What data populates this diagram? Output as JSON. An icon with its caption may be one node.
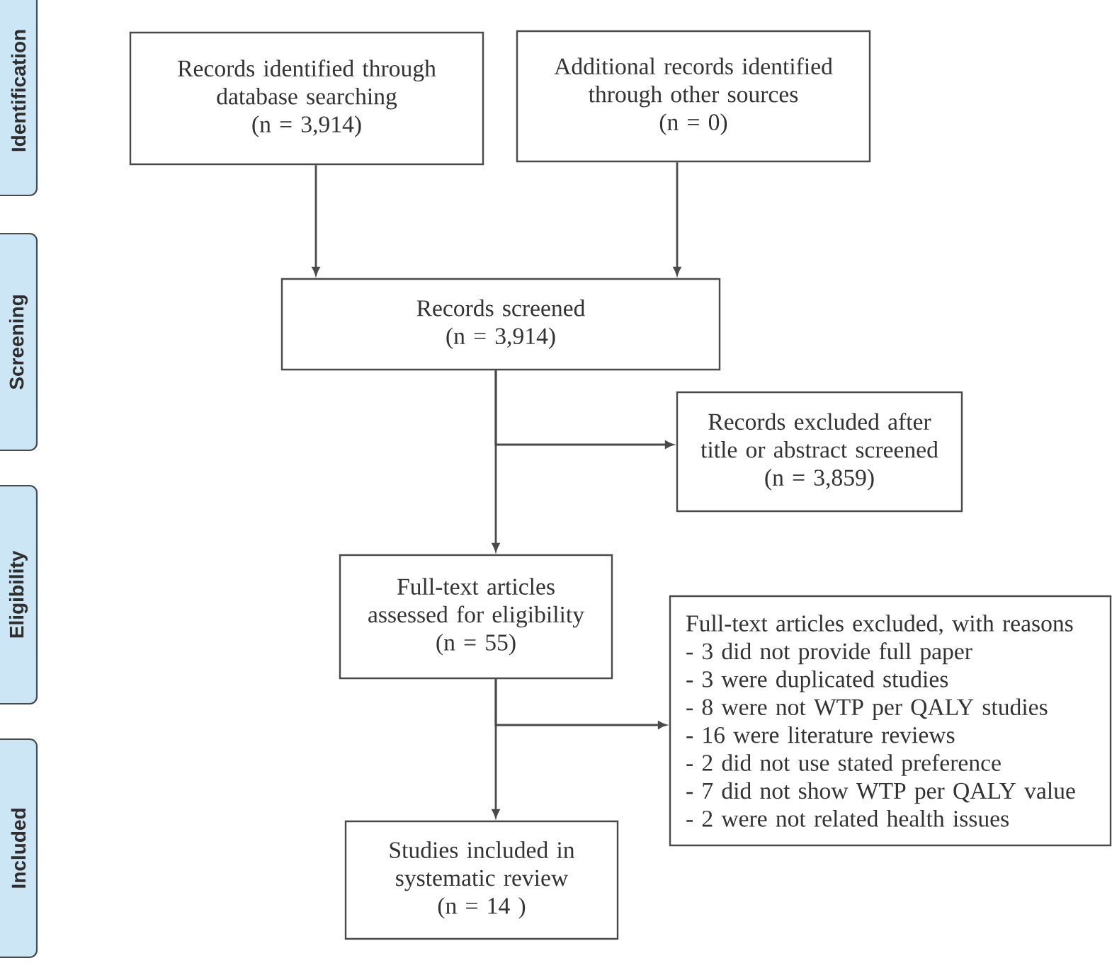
{
  "diagram": {
    "nodes": [
      {
        "text": [
          "Identification"
        ]
      },
      {
        "text": [
          "Screening"
        ]
      },
      {
        "text": [
          "Eligibility"
        ]
      },
      {
        "text": [
          "Included"
        ]
      },
      {
        "text": [
          "Records identified through database searching",
          "(n = 3,914)"
        ]
      },
      {
        "text": [
          "Additional records identified through other sources",
          "(n = 0)"
        ]
      },
      {
        "text": [
          "Records screened",
          "(n = 3,914)"
        ]
      },
      {
        "text": [
          "Records excluded after title or abstract screened",
          "(n = 3,859)"
        ]
      },
      {
        "text": [
          "Full-text articles assessed for eligibility",
          "(n = 55)"
        ]
      },
      {
        "text": [
          "Full-text articles excluded, with reasons",
          "- 3 did not provide full paper",
          "- 3 were duplicated studies",
          "- 8 were not WTP per QALY studies",
          "- 16 were literature reviews",
          "- 2 did not use stated preference",
          "- 7 did not show WTP per QALY value",
          "- 2 were not related health issues"
        ]
      },
      {
        "text": [
          "Studies included in systematic review",
          "(n = 14 )"
        ]
      }
    ],
    "edges": [
      {
        "from": 4,
        "to": 6,
        "arrow": "to"
      },
      {
        "from": 5,
        "to": 6,
        "arrow": "to"
      },
      {
        "from": 6,
        "to": 7,
        "arrow": "to"
      },
      {
        "from": 6,
        "to": 8,
        "arrow": "to"
      },
      {
        "from": 8,
        "to": 9,
        "arrow": "to"
      },
      {
        "from": 8,
        "to": 10,
        "arrow": "to"
      }
    ]
  }
}
